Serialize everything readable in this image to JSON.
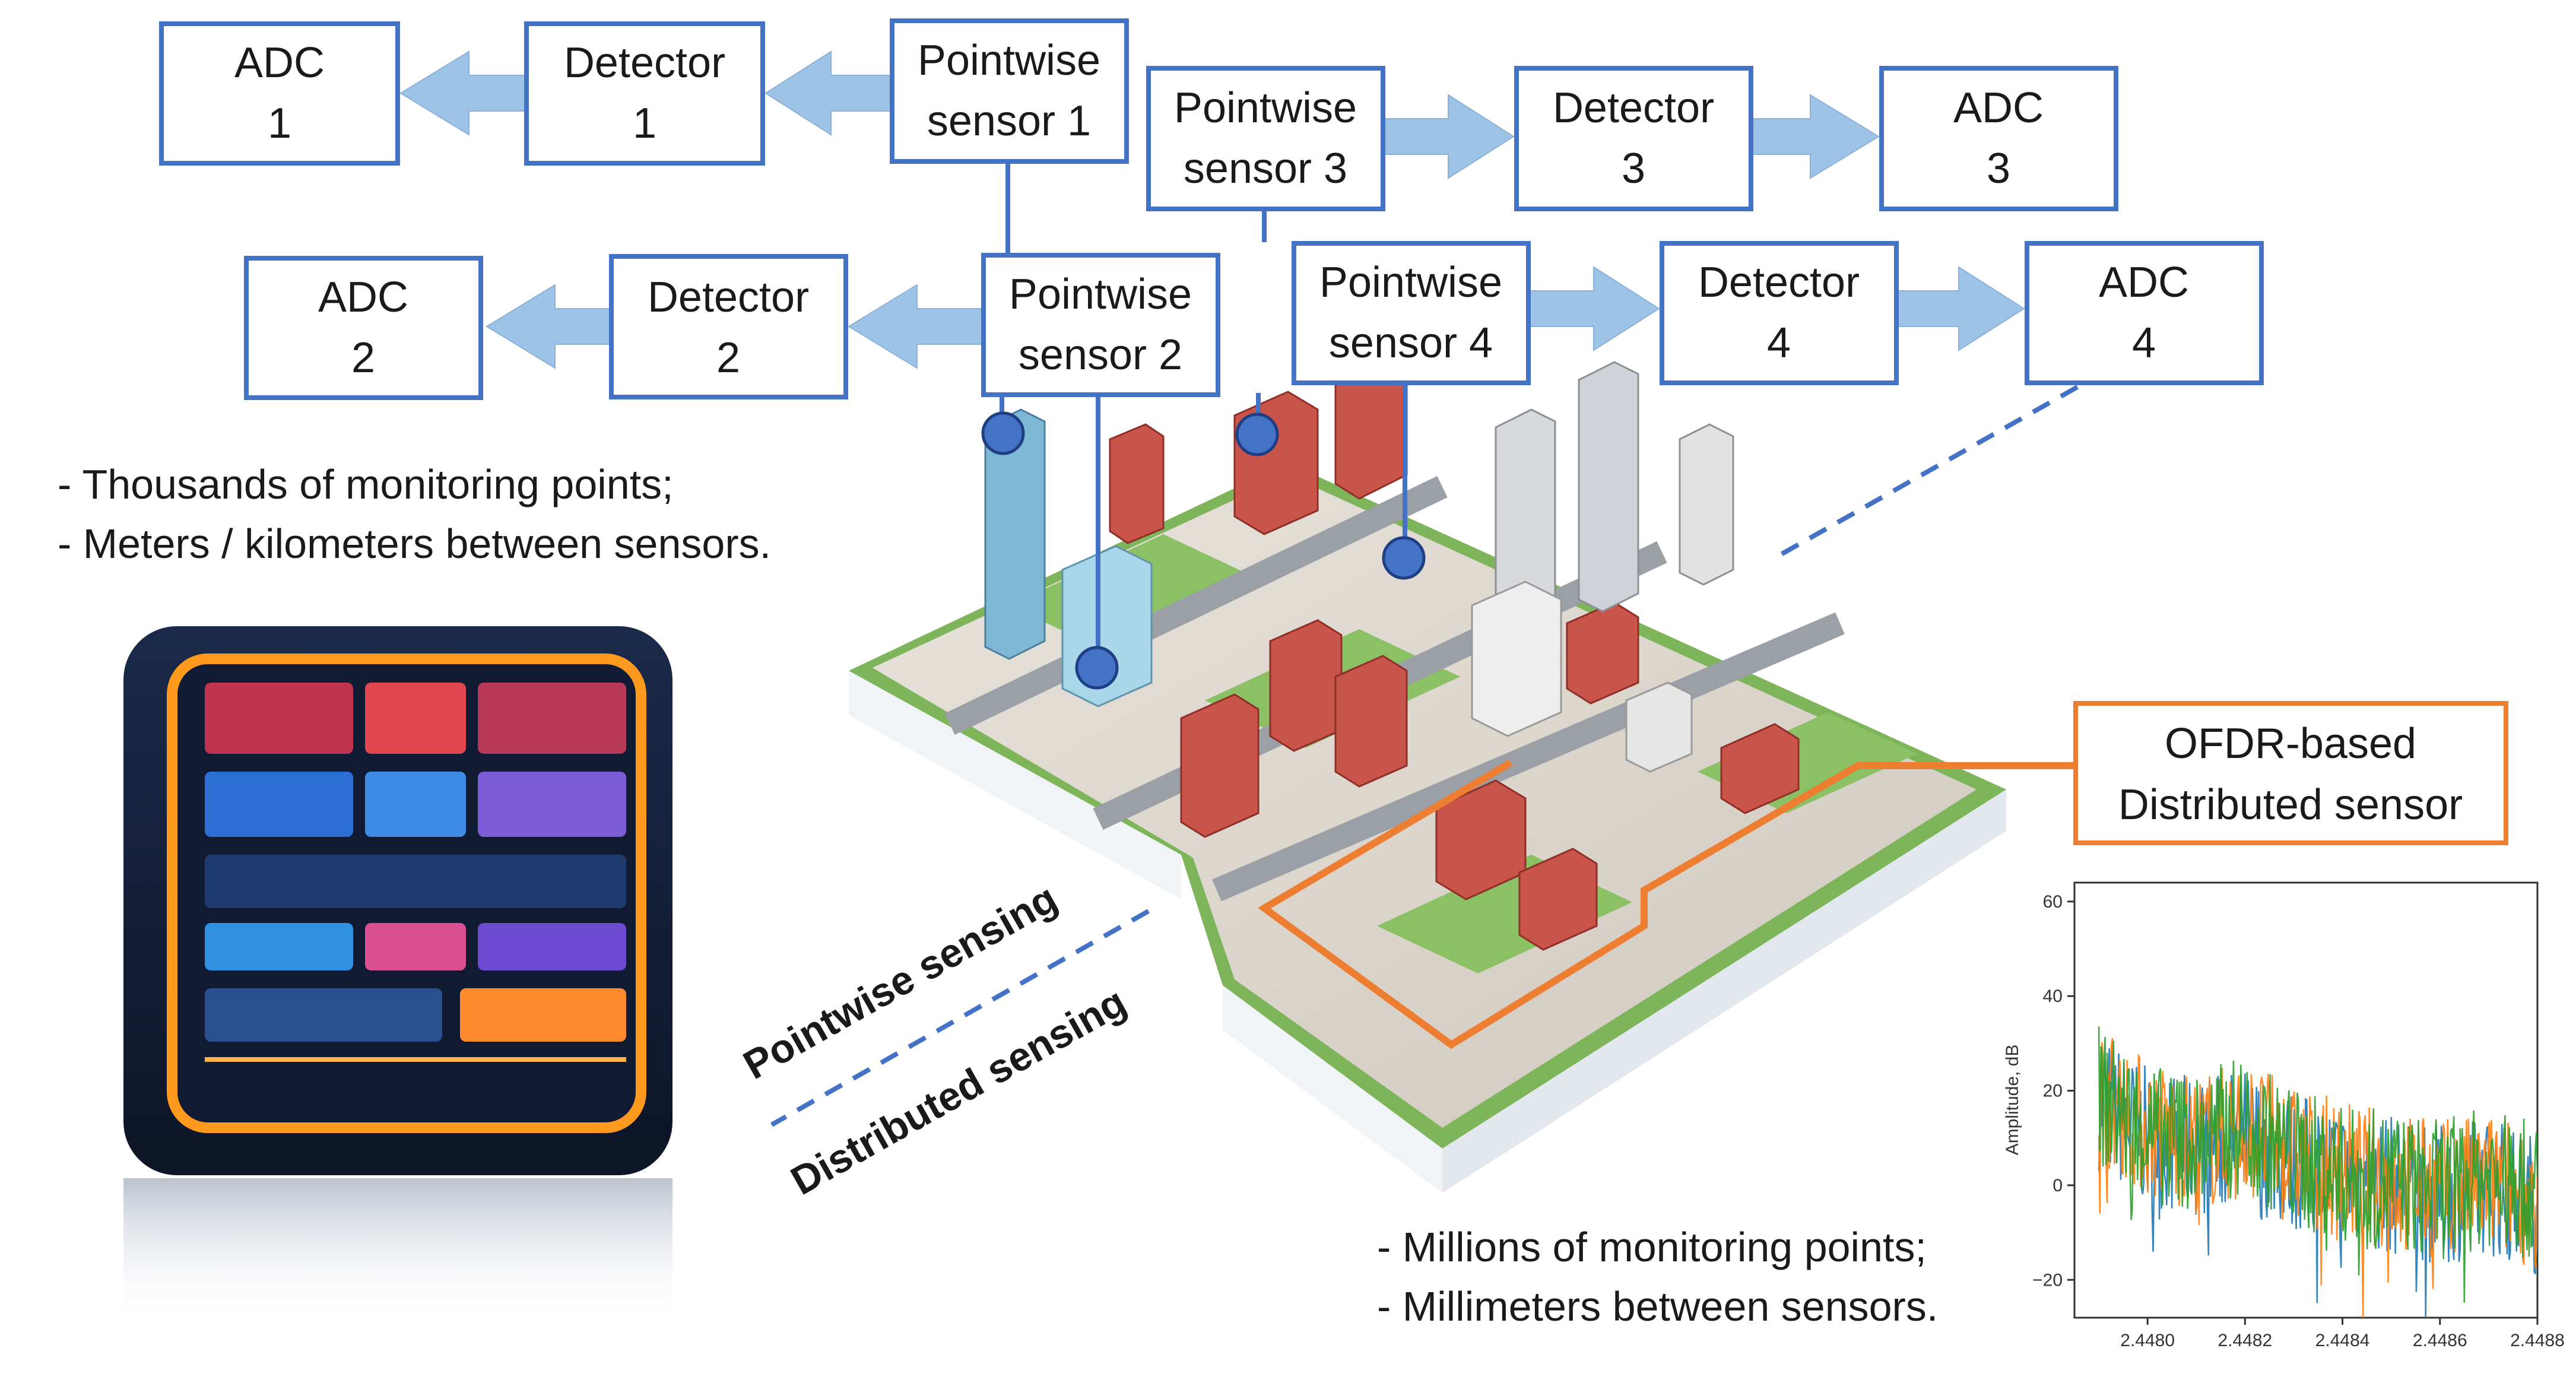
{
  "boxes": {
    "adc1": [
      "ADC",
      "1"
    ],
    "detector1": [
      "Detector",
      "1"
    ],
    "sensor1": [
      "Pointwise",
      "sensor 1"
    ],
    "sensor3": [
      "Pointwise",
      "sensor 3"
    ],
    "detector3": [
      "Detector",
      "3"
    ],
    "adc3": [
      "ADC",
      "3"
    ],
    "adc2": [
      "ADC",
      "2"
    ],
    "detector2": [
      "Detector",
      "2"
    ],
    "sensor2": [
      "Pointwise",
      "sensor 2"
    ],
    "sensor4": [
      "Pointwise",
      "sensor 4"
    ],
    "detector4": [
      "Detector",
      "4"
    ],
    "adc4": [
      "ADC",
      "4"
    ],
    "ofdr": [
      "OFDR-based",
      "Distributed sensor"
    ]
  },
  "pointwise_notes": [
    "- Thousands of monitoring points;",
    "- Meters / kilometers between sensors."
  ],
  "distributed_notes": [
    "- Millions of monitoring points;",
    "- Millimeters between sensors."
  ],
  "diagonal_labels": {
    "pointwise": "Pointwise sensing",
    "distributed": "Distributed sensing"
  },
  "colors": {
    "box_border": "#4472c4",
    "arrow_fill": "#9dc3e6",
    "ofdr_border": "#ed7d31",
    "sensor_dot": "#4472c4"
  },
  "illustrations": {
    "city": "isometric-city-illustration",
    "monitor": "dashboard-monitor-illustration"
  },
  "chart_data": {
    "type": "line",
    "title": "",
    "xlabel": "",
    "ylabel": "Amplitude, dB",
    "xlim": [
      2.44785,
      2.4488
    ],
    "ylim": [
      -28,
      64
    ],
    "xticks": [
      "2.4480",
      "2.4482",
      "2.4484",
      "2.4486",
      "2.4488"
    ],
    "yticks": [
      "−20",
      "0",
      "20",
      "40",
      "60"
    ],
    "series": [
      {
        "color": "#1f77b4",
        "envelope": {
          "x": [
            2.4479,
            2.448,
            2.4481,
            2.4482,
            2.4483,
            2.4484,
            2.4485,
            2.4486,
            2.4487,
            2.4488
          ],
          "mean": [
            18,
            10,
            8,
            10,
            5,
            2,
            0,
            -2,
            0,
            -4
          ]
        }
      },
      {
        "color": "#ff7f0e",
        "envelope": {
          "x": [
            2.4479,
            2.448,
            2.4481,
            2.4482,
            2.4483,
            2.4484,
            2.4485,
            2.4486,
            2.4487,
            2.4488
          ],
          "mean": [
            20,
            12,
            9,
            12,
            6,
            3,
            1,
            -1,
            1,
            -3
          ]
        }
      },
      {
        "color": "#2ca02c",
        "envelope": {
          "x": [
            2.4479,
            2.448,
            2.4481,
            2.4482,
            2.4483,
            2.4484,
            2.4485,
            2.4486,
            2.4487,
            2.4488
          ],
          "mean": [
            19,
            11,
            9,
            13,
            6,
            2,
            1,
            -1,
            2,
            -2
          ]
        }
      }
    ]
  }
}
